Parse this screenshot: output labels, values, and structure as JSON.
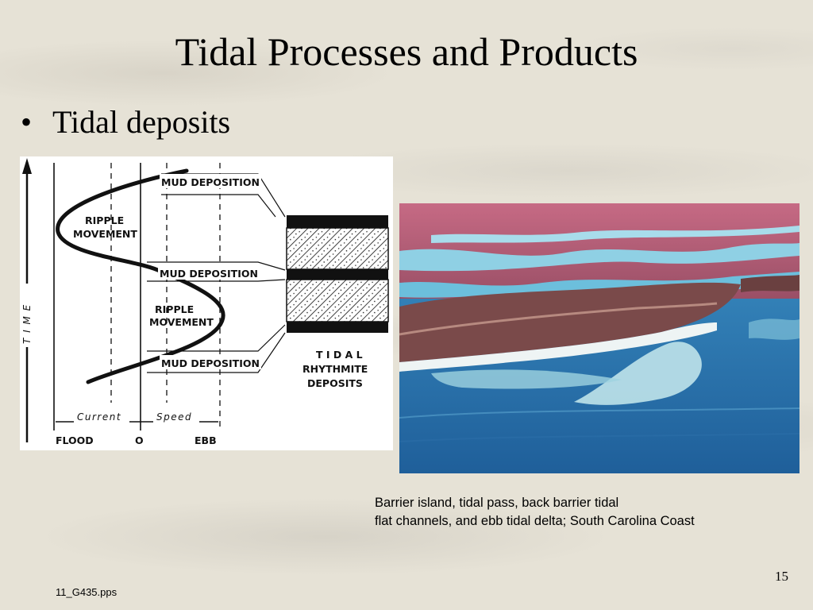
{
  "slide": {
    "title": "Tidal Processes and Products",
    "bullet": "Tidal deposits",
    "caption_line1": "Barrier island, tidal pass, back barrier tidal",
    "caption_line2": "flat channels, and ebb tidal delta; South Carolina Coast",
    "footer": "11_G435.pps",
    "page_number": "15"
  },
  "diagram": {
    "time_axis": "T I M E",
    "mud_deposition_top": "MUD DEPOSITION",
    "mud_deposition_middle": "MUD DEPOSITION",
    "mud_deposition_bottom": "MUD DEPOSITION",
    "ripple_top_1": "RIPPLE",
    "ripple_top_2": "MOVEMENT",
    "ripple_bottom_1": "RIPPLE",
    "ripple_bottom_2": "MOVEMENT",
    "rhythmite_1": "T I D A L",
    "rhythmite_2": "RHYTHMITE",
    "rhythmite_3": "DEPOSITS",
    "current": "Current",
    "speed": "Speed",
    "flood": "FLOOD",
    "zero": "O",
    "ebb": "EBB"
  },
  "colors": {
    "water": "#2f7fb8",
    "marsh": "#c2607c",
    "sand": "#e6eef0"
  }
}
